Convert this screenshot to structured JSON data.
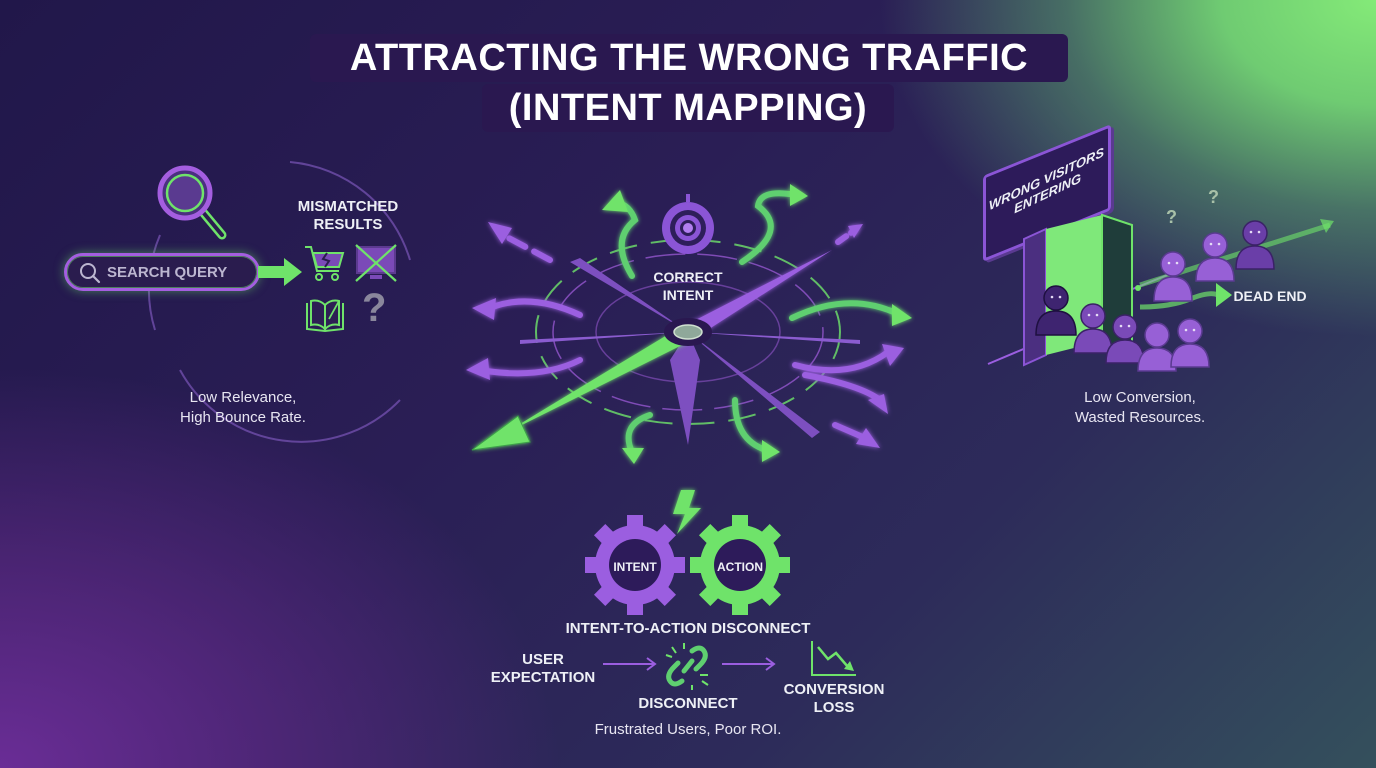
{
  "title": {
    "line1": "ATTRACTING THE WRONG TRAFFIC",
    "line2": "(INTENT MAPPING)"
  },
  "colors": {
    "accent_green": "#6fe36a",
    "accent_purple": "#a45ee0",
    "bg_dark": "#21174a",
    "title_box": "#2a1850"
  },
  "left_panel": {
    "search_bar": {
      "icon": "search-icon",
      "text": "SEARCH QUERY"
    },
    "results_heading": "MISMATCHED RESULTS",
    "results_line1": "MISMATCHED",
    "results_line2": "RESULTS",
    "result_icons": [
      "broken-cart-icon",
      "crossed-monitor-icon",
      "open-book-icon",
      "question-mark-icon"
    ],
    "question_glyph": "?",
    "caption_line1": "Low Relevance,",
    "caption_line2": "High Bounce Rate."
  },
  "center_panel": {
    "target_icon": "target-icon",
    "label_line1": "CORRECT",
    "label_line2": "INTENT"
  },
  "right_panel": {
    "sign_line1": "WRONG VISITORS",
    "sign_line2": "ENTERING",
    "dead_end": "DEAD END",
    "question_glyph": "?",
    "caption_line1": "Low Conversion,",
    "caption_line2": "Wasted Resources."
  },
  "bottom_panel": {
    "gear_left": "INTENT",
    "gear_right": "ACTION",
    "heading": "INTENT-TO-ACTION DISCONNECT",
    "flow": {
      "step1_line1": "USER",
      "step1_line2": "EXPECTATION",
      "step2": "DISCONNECT",
      "step3_line1": "CONVERSION",
      "step3_line2": "LOSS"
    },
    "caption": "Frustrated Users, Poor ROI."
  }
}
